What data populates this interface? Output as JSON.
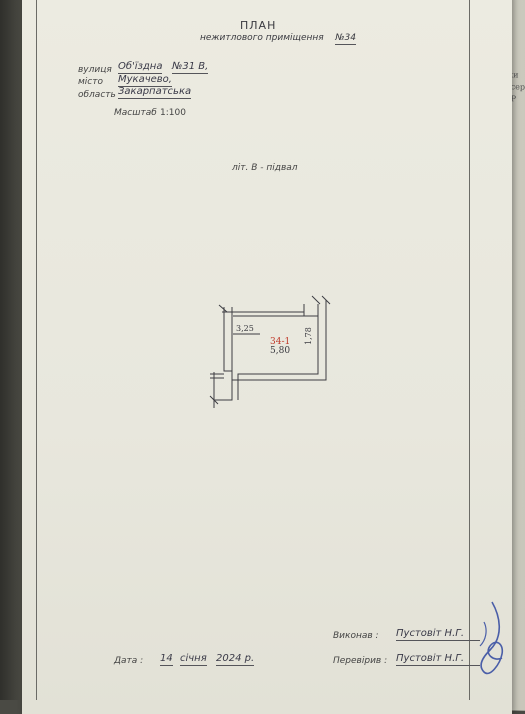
{
  "header": {
    "title": "ПЛАН",
    "subtitle": "нежитлового приміщення",
    "number": "№34"
  },
  "address": {
    "street_label": "вулиця",
    "street_value": "Об'їздна",
    "house": "№31 В,",
    "city_label": "місто",
    "city_value": "Мукачево,",
    "region_label": "область",
    "region_value": "Закарпатська"
  },
  "scale": {
    "label": "Масштаб",
    "value": "1:100"
  },
  "drawing": {
    "caption": "літ. В - підвал",
    "room_id": "34-1",
    "room_area": "5,80",
    "dim_width": "3,25",
    "dim_height": "1,78"
  },
  "footer": {
    "date_label": "Дата :",
    "date_day": "14",
    "date_month": "січня",
    "date_year": "2024 р.",
    "executed_label": "Виконав :",
    "executed_name": "Пустовіт Н.Г.",
    "checked_label": "Перевірив :",
    "checked_name": "Пустовіт Н.Г."
  },
  "behind_sheet": {
    "lines": [
      "жки",
      "р, сері",
      "ій Р"
    ]
  },
  "colors": {
    "paper": "#ecebe1",
    "ink": "#3a3a40",
    "room_id": "#c0392b"
  }
}
